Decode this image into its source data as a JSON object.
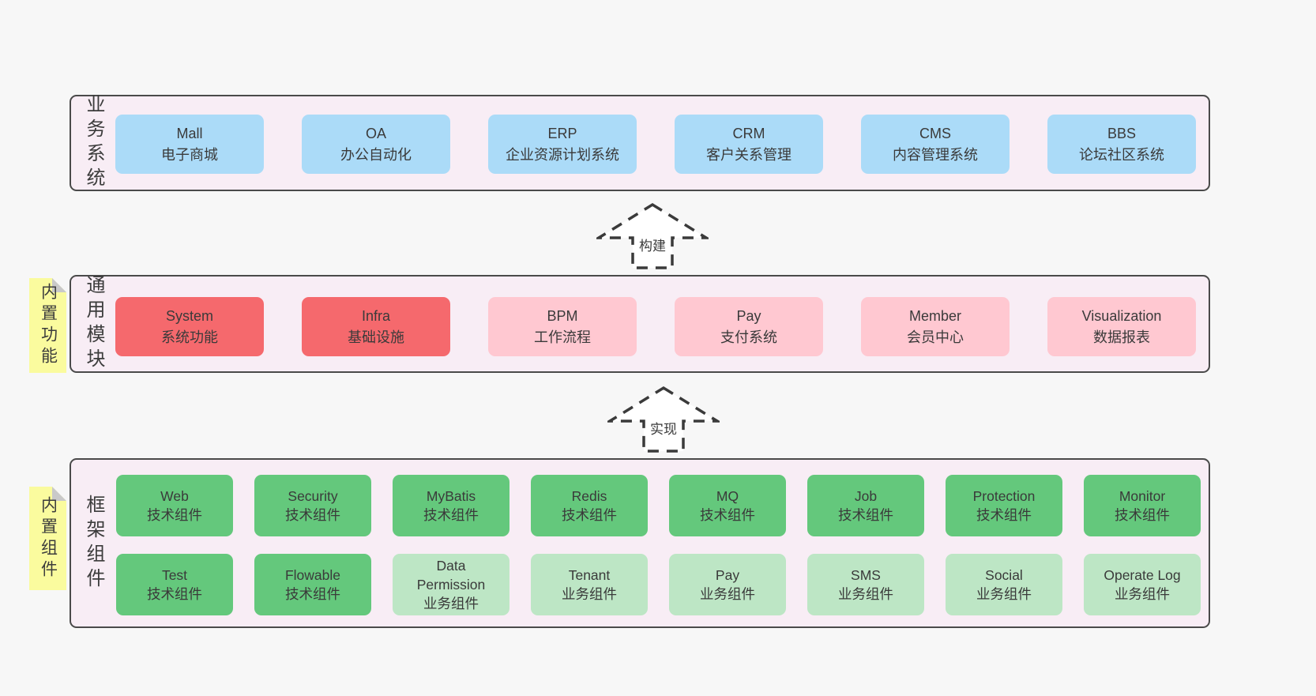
{
  "layers": {
    "business": {
      "label": "业务系统",
      "boxes": [
        {
          "title": "Mall",
          "subtitle": "电子商城"
        },
        {
          "title": "OA",
          "subtitle": "办公自动化"
        },
        {
          "title": "ERP",
          "subtitle": "企业资源计划系统"
        },
        {
          "title": "CRM",
          "subtitle": "客户关系管理"
        },
        {
          "title": "CMS",
          "subtitle": "内容管理系统"
        },
        {
          "title": "BBS",
          "subtitle": "论坛社区系统"
        }
      ]
    },
    "modules": {
      "label": "通用模块",
      "note": "内置功能",
      "boxes": [
        {
          "title": "System",
          "subtitle": "系统功能",
          "variant": "red"
        },
        {
          "title": "Infra",
          "subtitle": "基础设施",
          "variant": "red"
        },
        {
          "title": "BPM",
          "subtitle": "工作流程",
          "variant": "pink"
        },
        {
          "title": "Pay",
          "subtitle": "支付系统",
          "variant": "pink"
        },
        {
          "title": "Member",
          "subtitle": "会员中心",
          "variant": "pink"
        },
        {
          "title": "Visualization",
          "subtitle": "数据报表",
          "variant": "pink"
        }
      ]
    },
    "components": {
      "label": "框架组件",
      "note": "内置组件",
      "row1": [
        {
          "title": "Web",
          "subtitle": "技术组件",
          "variant": "green"
        },
        {
          "title": "Security",
          "subtitle": "技术组件",
          "variant": "green"
        },
        {
          "title": "MyBatis",
          "subtitle": "技术组件",
          "variant": "green"
        },
        {
          "title": "Redis",
          "subtitle": "技术组件",
          "variant": "green"
        },
        {
          "title": "MQ",
          "subtitle": "技术组件",
          "variant": "green"
        },
        {
          "title": "Job",
          "subtitle": "技术组件",
          "variant": "green"
        },
        {
          "title": "Protection",
          "subtitle": "技术组件",
          "variant": "green"
        },
        {
          "title": "Monitor",
          "subtitle": "技术组件",
          "variant": "green"
        }
      ],
      "row2": [
        {
          "title": "Test",
          "subtitle": "技术组件",
          "variant": "green"
        },
        {
          "title": "Flowable",
          "subtitle": "技术组件",
          "variant": "green"
        },
        {
          "title": "Data Permission",
          "subtitle": "业务组件",
          "variant": "lightgreen"
        },
        {
          "title": "Tenant",
          "subtitle": "业务组件",
          "variant": "lightgreen"
        },
        {
          "title": "Pay",
          "subtitle": "业务组件",
          "variant": "lightgreen"
        },
        {
          "title": "SMS",
          "subtitle": "业务组件",
          "variant": "lightgreen"
        },
        {
          "title": "Social",
          "subtitle": "业务组件",
          "variant": "lightgreen"
        },
        {
          "title": "Operate Log",
          "subtitle": "业务组件",
          "variant": "lightgreen"
        }
      ]
    }
  },
  "arrows": [
    {
      "label": "构建"
    },
    {
      "label": "实现"
    }
  ],
  "colors": {
    "page_bg": "#f7f7f7",
    "layer_bg": "#f8edf5",
    "layer_border": "#4a4a4a",
    "blue": "#abdbf8",
    "red": "#f5696d",
    "pink": "#ffc8d1",
    "green": "#64c87c",
    "light_green": "#bde6c5",
    "note_yellow": "#fafb9e",
    "note_fold_gray": "#c9c9c9",
    "text": "#3a3a3a"
  }
}
